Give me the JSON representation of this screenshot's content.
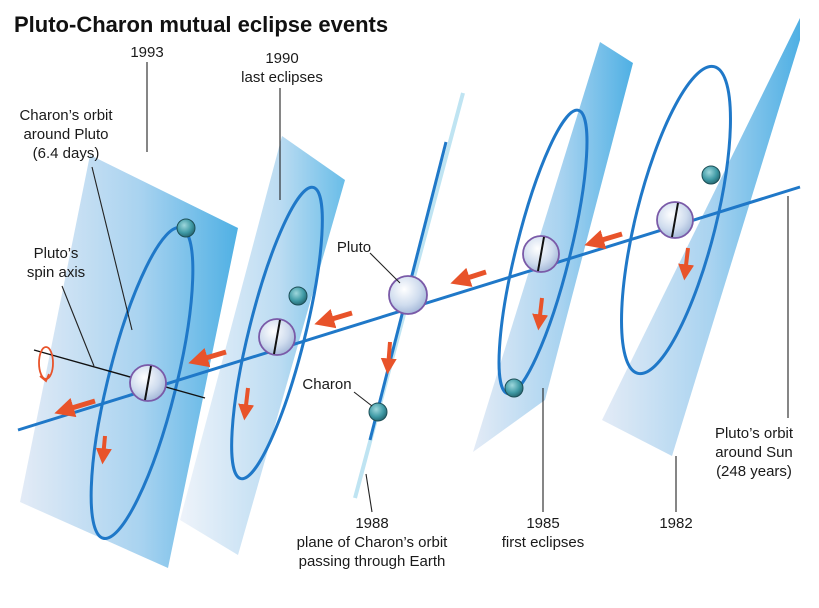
{
  "title": "Pluto-Charon mutual eclipse events",
  "labels": {
    "y1993": "1993",
    "y1990": "1990",
    "last_eclipses": "last eclipses",
    "charon_orbit_1": "Charon’s orbit",
    "charon_orbit_2": "around Pluto",
    "charon_orbit_3": "(6.4 days)",
    "spin_axis_1": "Pluto’s",
    "spin_axis_2": "spin axis",
    "pluto": "Pluto",
    "charon": "Charon",
    "y1988": "1988",
    "plane_1": "plane of Charon’s orbit",
    "plane_2": "passing through Earth",
    "y1985": "1985",
    "first_eclipses": "first eclipses",
    "y1982": "1982",
    "sun_orbit_1": "Pluto’s orbit",
    "sun_orbit_2": "around Sun",
    "sun_orbit_3": "(248 years)"
  },
  "colors": {
    "orbit_line": "#1f78c8",
    "arrow": "#e8532a",
    "plane_light": "#dfe8f5",
    "plane_dark": "#5fb6e6",
    "pluto_fill": "#dde8f6",
    "pluto_outline": "#7a5aa8",
    "charon_fill": "#3c8f9c"
  },
  "icons": [
    "rotation-arrow-icon",
    "motion-arrow-icon"
  ]
}
